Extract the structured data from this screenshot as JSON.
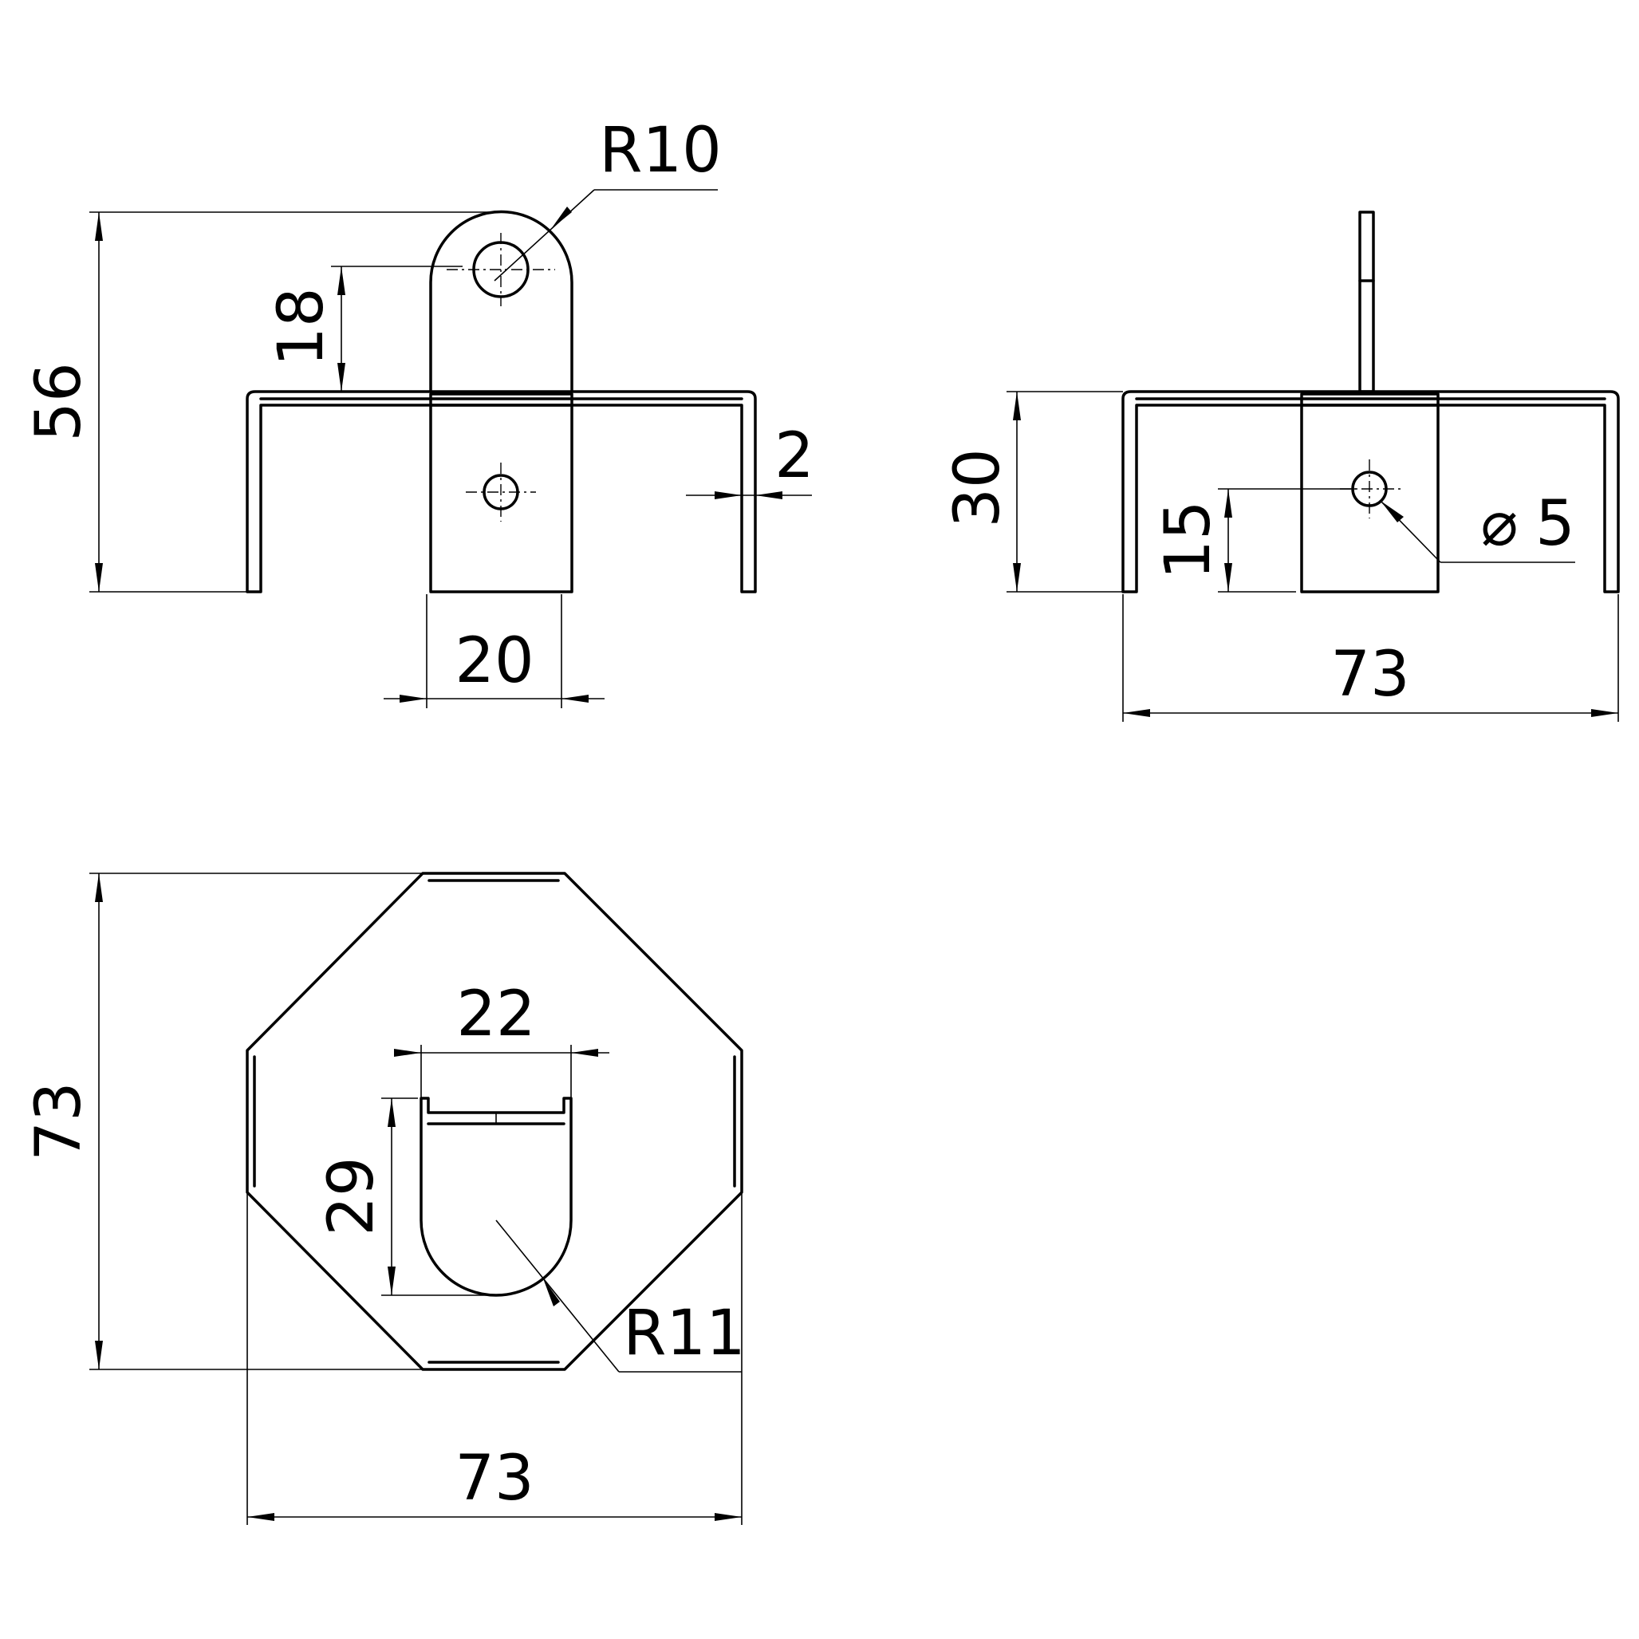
{
  "front_view": {
    "height_label": "56",
    "hole_offset_label": "18",
    "tab_radius_label": "R10",
    "thickness_label": "2",
    "tab_width_label": "20"
  },
  "side_view": {
    "height_label": "30",
    "hole_height_label": "15",
    "hole_diameter_label": "5",
    "diameter_symbol": "⌀",
    "width_label": "73"
  },
  "top_view": {
    "height_label": "73",
    "width_label": "73",
    "slot_width_label": "22",
    "slot_length_label": "29",
    "slot_radius_label": "R11"
  }
}
